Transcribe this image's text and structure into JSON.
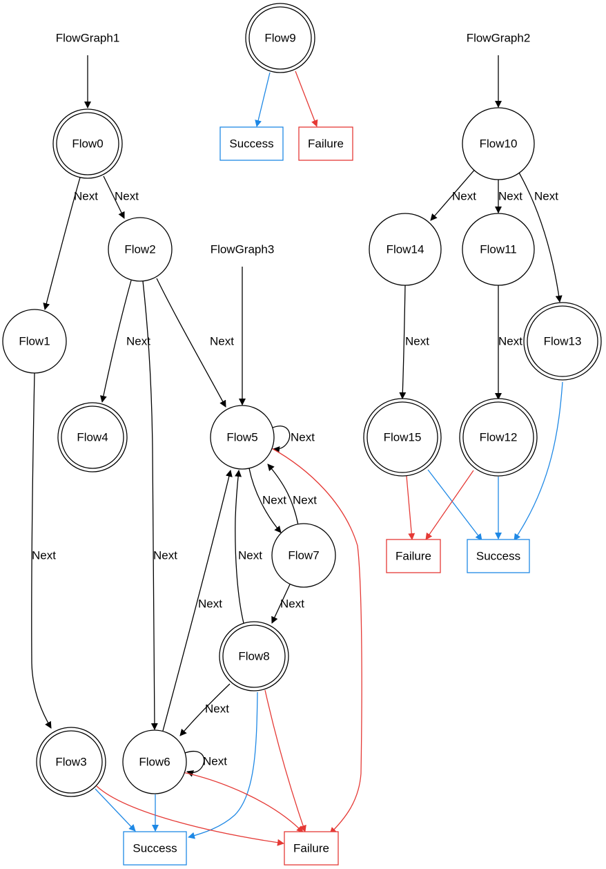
{
  "colors": {
    "default": "#000000",
    "success": "#1e88e5",
    "failure": "#e53935"
  },
  "graph_labels": {
    "g1": "FlowGraph1",
    "g2": "FlowGraph2",
    "g3": "FlowGraph3"
  },
  "nodes": {
    "flow0": "Flow0",
    "flow1": "Flow1",
    "flow2": "Flow2",
    "flow3": "Flow3",
    "flow4": "Flow4",
    "flow5": "Flow5",
    "flow6": "Flow6",
    "flow7": "Flow7",
    "flow8": "Flow8",
    "flow9": "Flow9",
    "flow10": "Flow10",
    "flow11": "Flow11",
    "flow12": "Flow12",
    "flow13": "Flow13",
    "flow14": "Flow14",
    "flow15": "Flow15"
  },
  "terminals": {
    "success_top": "Success",
    "failure_top": "Failure",
    "success_right": "Success",
    "failure_right": "Failure",
    "success_bottom": "Success",
    "failure_bottom": "Failure"
  },
  "edge_label": "Next"
}
